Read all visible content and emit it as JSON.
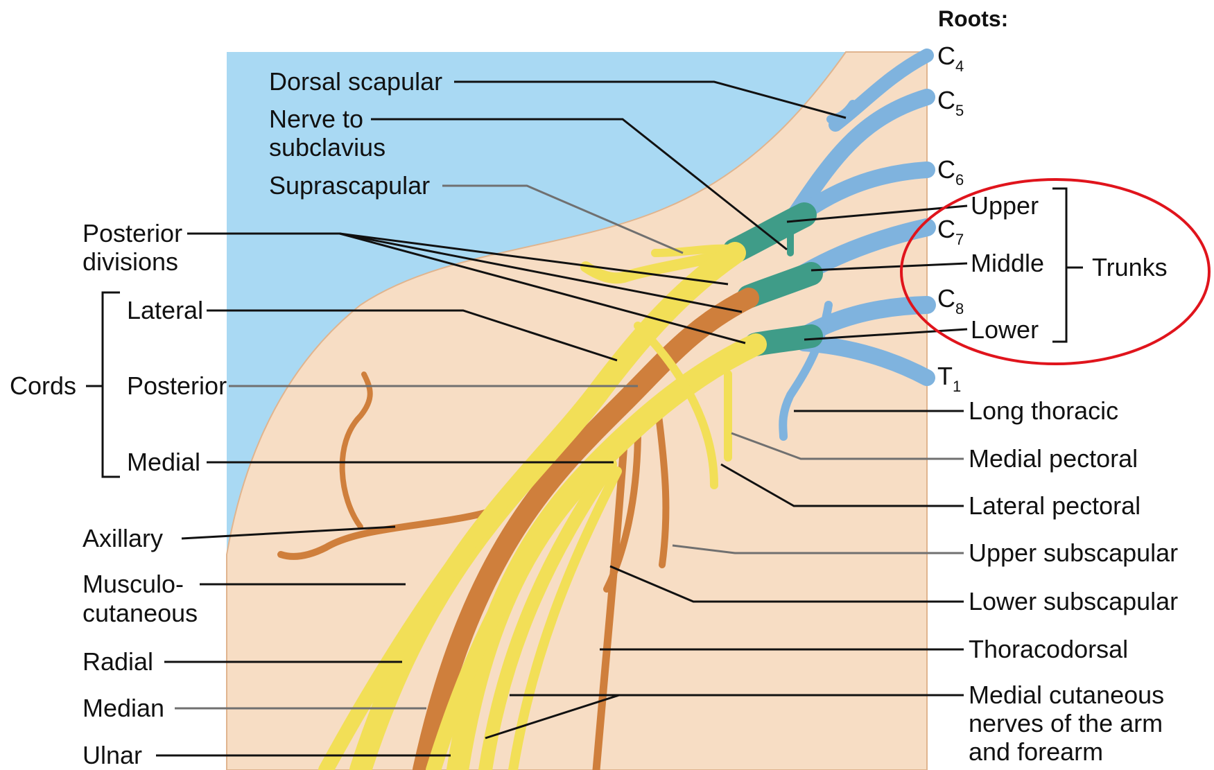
{
  "colors": {
    "sky": "#a9d9f3",
    "skin": "#f7ddc4",
    "skin_edge": "#e0b48e",
    "root_nerve": "#7fb3de",
    "trunk_nerve": "#3f9c88",
    "division_nerve": "#f2df57",
    "posterior_cord": "#cf7f3c",
    "highlight_circle": "#e0141c"
  },
  "roots": {
    "heading": "Roots:",
    "items": [
      {
        "letter": "C",
        "sub": "4"
      },
      {
        "letter": "C",
        "sub": "5"
      },
      {
        "letter": "C",
        "sub": "6"
      },
      {
        "letter": "C",
        "sub": "7"
      },
      {
        "letter": "C",
        "sub": "8"
      },
      {
        "letter": "T",
        "sub": "1"
      }
    ]
  },
  "trunks": {
    "group_label": "Trunks",
    "upper": "Upper",
    "middle": "Middle",
    "lower": "Lower"
  },
  "cords": {
    "group_label": "Cords",
    "lateral": "Lateral",
    "posterior": "Posterior",
    "medial": "Medial"
  },
  "left_labels": {
    "dorsal_scapular": "Dorsal scapular",
    "nerve_to_subclavius_1": "Nerve to",
    "nerve_to_subclavius_2": "subclavius",
    "suprascapular": "Suprascapular",
    "posterior_divisions_1": "Posterior",
    "posterior_divisions_2": "divisions",
    "axillary": "Axillary",
    "musculocutaneous_1": "Musculo-",
    "musculocutaneous_2": "cutaneous",
    "radial": "Radial",
    "median": "Median",
    "ulnar": "Ulnar"
  },
  "right_labels": {
    "long_thoracic": "Long thoracic",
    "medial_pectoral": "Medial pectoral",
    "lateral_pectoral": "Lateral pectoral",
    "upper_subscapular": "Upper subscapular",
    "lower_subscapular": "Lower subscapular",
    "thoracodorsal": "Thoracodorsal",
    "medial_cutaneous_1": "Medial cutaneous",
    "medial_cutaneous_2": "nerves of the arm",
    "medial_cutaneous_3": "and forearm"
  }
}
